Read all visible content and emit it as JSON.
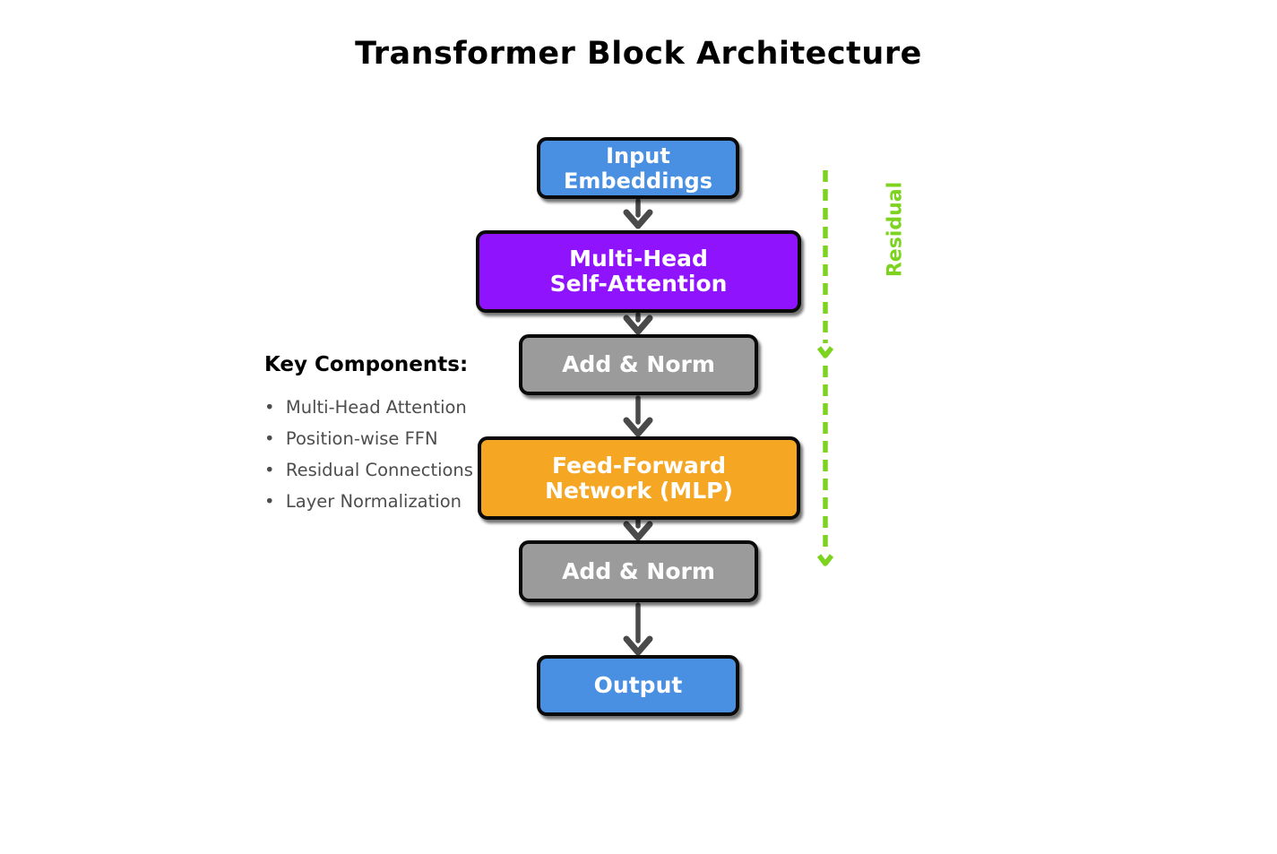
{
  "title": "Transformer Block Architecture",
  "colors": {
    "box_blue": "#4a90e2",
    "box_purple": "#9013fe",
    "box_gray": "#9b9b9b",
    "box_orange": "#f5a623",
    "box_border": "#0a0a0a",
    "box_text": "#ffffff",
    "flow_arrow": "#4a4a4a",
    "residual_green": "#7ed321",
    "title_text": "#000000",
    "bullet_text": "#4d4d4d"
  },
  "diagram": {
    "boxes": [
      {
        "id": "input-embeddings",
        "label": "Input\nEmbeddings",
        "color": "#4a90e2"
      },
      {
        "id": "multi-head-self-attention",
        "label": "Multi-Head\nSelf-Attention",
        "color": "#9013fe"
      },
      {
        "id": "add-norm-1",
        "label": "Add & Norm",
        "color": "#9b9b9b"
      },
      {
        "id": "feed-forward-network",
        "label": "Feed-Forward\nNetwork (MLP)",
        "color": "#f5a623"
      },
      {
        "id": "add-norm-2",
        "label": "Add & Norm",
        "color": "#9b9b9b"
      },
      {
        "id": "output",
        "label": "Output",
        "color": "#4a90e2"
      }
    ],
    "residual_label": "Residual"
  },
  "key_components": {
    "heading": "Key Components:",
    "items": [
      "Multi-Head Attention",
      "Position-wise FFN",
      "Residual Connections",
      "Layer Normalization"
    ]
  }
}
